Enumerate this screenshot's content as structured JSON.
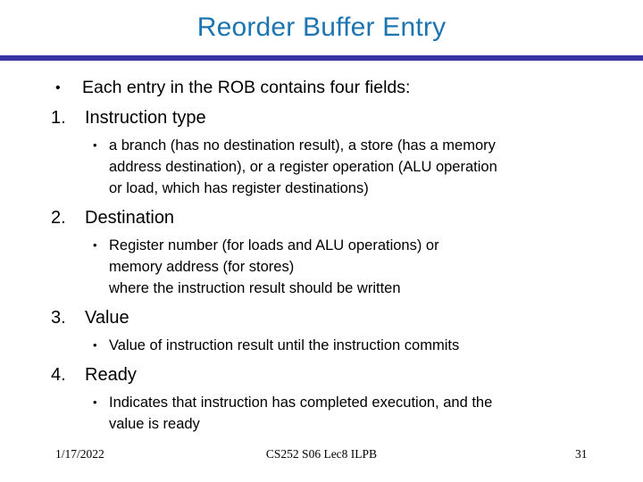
{
  "slide": {
    "title": "Reorder Buffer Entry",
    "intro": {
      "bullet": "•",
      "text": "Each entry in the ROB contains four fields:"
    },
    "items": [
      {
        "number": "1.",
        "label": "Instruction type",
        "bullet": "•",
        "detail": "a branch (has no destination result), a store (has a memory\naddress destination), or a register operation (ALU operation\nor load, which has register destinations)"
      },
      {
        "number": "2.",
        "label": "Destination",
        "bullet": "•",
        "detail": "Register number (for loads and ALU operations) or\nmemory address (for stores)\nwhere the instruction result should be written"
      },
      {
        "number": "3.",
        "label": "Value",
        "bullet": "•",
        "detail": "Value of instruction result until the instruction commits"
      },
      {
        "number": "4.",
        "label": "Ready",
        "bullet": "•",
        "detail": "Indicates that instruction has completed execution, and the\nvalue is ready"
      }
    ],
    "footer": {
      "date": "1/17/2022",
      "course": "CS252 S06 Lec8 ILPB",
      "page": "31"
    },
    "colors": {
      "title": "#1C74B0",
      "rule": "#3935A6",
      "text": "#000000",
      "background": "#FFFFFF"
    }
  }
}
